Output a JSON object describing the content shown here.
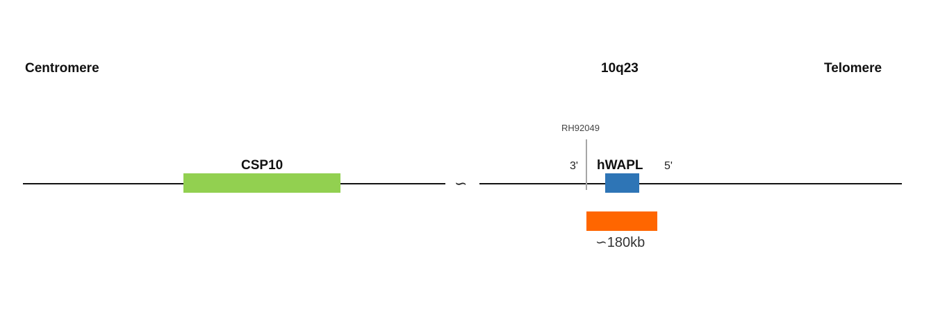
{
  "headers": {
    "left": "Centromere",
    "center": "10q23",
    "right": "Telomere"
  },
  "break_symbol": "∽",
  "genes": {
    "csp10": {
      "label": "CSP10",
      "color": "#92d050"
    },
    "hwapl": {
      "label": "hWAPL",
      "color": "#2e75b6"
    }
  },
  "marker": {
    "label": "RH92049",
    "color": "#a6a6a6"
  },
  "ends": {
    "three_prime": "3'",
    "five_prime": "5'"
  },
  "deletion": {
    "label": "∽180kb",
    "color": "#ff6600"
  }
}
